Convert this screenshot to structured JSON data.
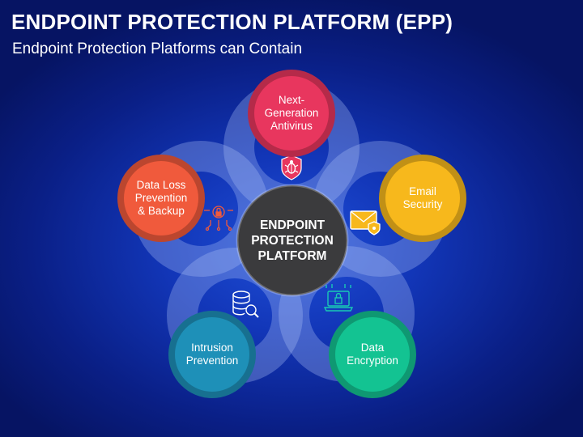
{
  "title": "ENDPOINT PROTECTION PLATFORM (EPP)",
  "subtitle": "Endpoint Protection Platforms can Contain",
  "center": {
    "label": "ENDPOINT\nPROTECTION\nPLATFORM"
  },
  "nodes": [
    {
      "label": "Next-\nGeneration\nAntivirus",
      "color": "#e8365e",
      "icon": "bug-shield-icon"
    },
    {
      "label": "Email\nSecurity",
      "color": "#f7b81c",
      "icon": "secure-email-icon"
    },
    {
      "label": "Data\nEncryption",
      "color": "#13c392",
      "icon": "encrypted-laptop-icon"
    },
    {
      "label": "Intrusion\nPrevention",
      "color": "#1e90b8",
      "icon": "database-search-icon"
    },
    {
      "label": "Data Loss\nPrevention\n& Backup",
      "color": "#f05a3c",
      "icon": "network-lock-icon"
    }
  ],
  "colors": {
    "center": "#3b3b3d",
    "ring": "#9fb6f2"
  }
}
